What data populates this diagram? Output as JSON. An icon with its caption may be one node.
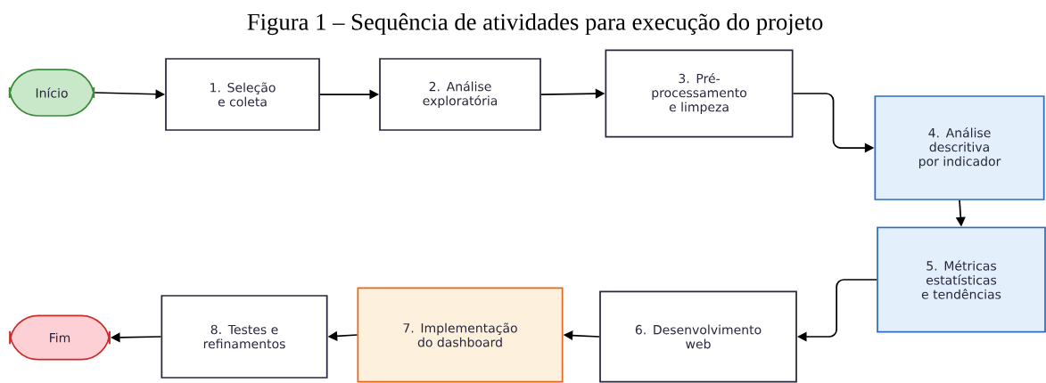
{
  "diagram": {
    "title": "Figura 1 – Sequência de atividades para execução do projeto",
    "nodes": [
      {
        "text": [
          "Início"
        ]
      },
      {
        "text": [
          "1. Seleção e coleta"
        ]
      },
      {
        "text": [
          "2. Análise exploratória"
        ]
      },
      {
        "text": [
          "3. Pré-processamento e limpeza"
        ]
      },
      {
        "text": [
          "4. Análise descritiva por indicador"
        ]
      },
      {
        "text": [
          "5. Métricas estatísticas e tendências"
        ]
      },
      {
        "text": [
          "6. Desenvolvimento web"
        ]
      },
      {
        "text": [
          "7. Implementação do dashboard"
        ]
      },
      {
        "text": [
          "8. Testes e refinamentos"
        ]
      },
      {
        "text": [
          "Fim"
        ]
      }
    ],
    "edges": [
      {
        "from": 0,
        "to": 1,
        "arrow": "to"
      },
      {
        "from": 1,
        "to": 2,
        "arrow": "to"
      },
      {
        "from": 2,
        "to": 3,
        "arrow": "to"
      },
      {
        "from": 3,
        "to": 4,
        "arrow": "to"
      },
      {
        "from": 4,
        "to": 5,
        "arrow": "to"
      },
      {
        "from": 5,
        "to": 6,
        "arrow": "to"
      },
      {
        "from": 6,
        "to": 7,
        "arrow": "to"
      },
      {
        "from": 7,
        "to": 8,
        "arrow": "to"
      },
      {
        "from": 8,
        "to": 9,
        "arrow": "to"
      }
    ]
  }
}
